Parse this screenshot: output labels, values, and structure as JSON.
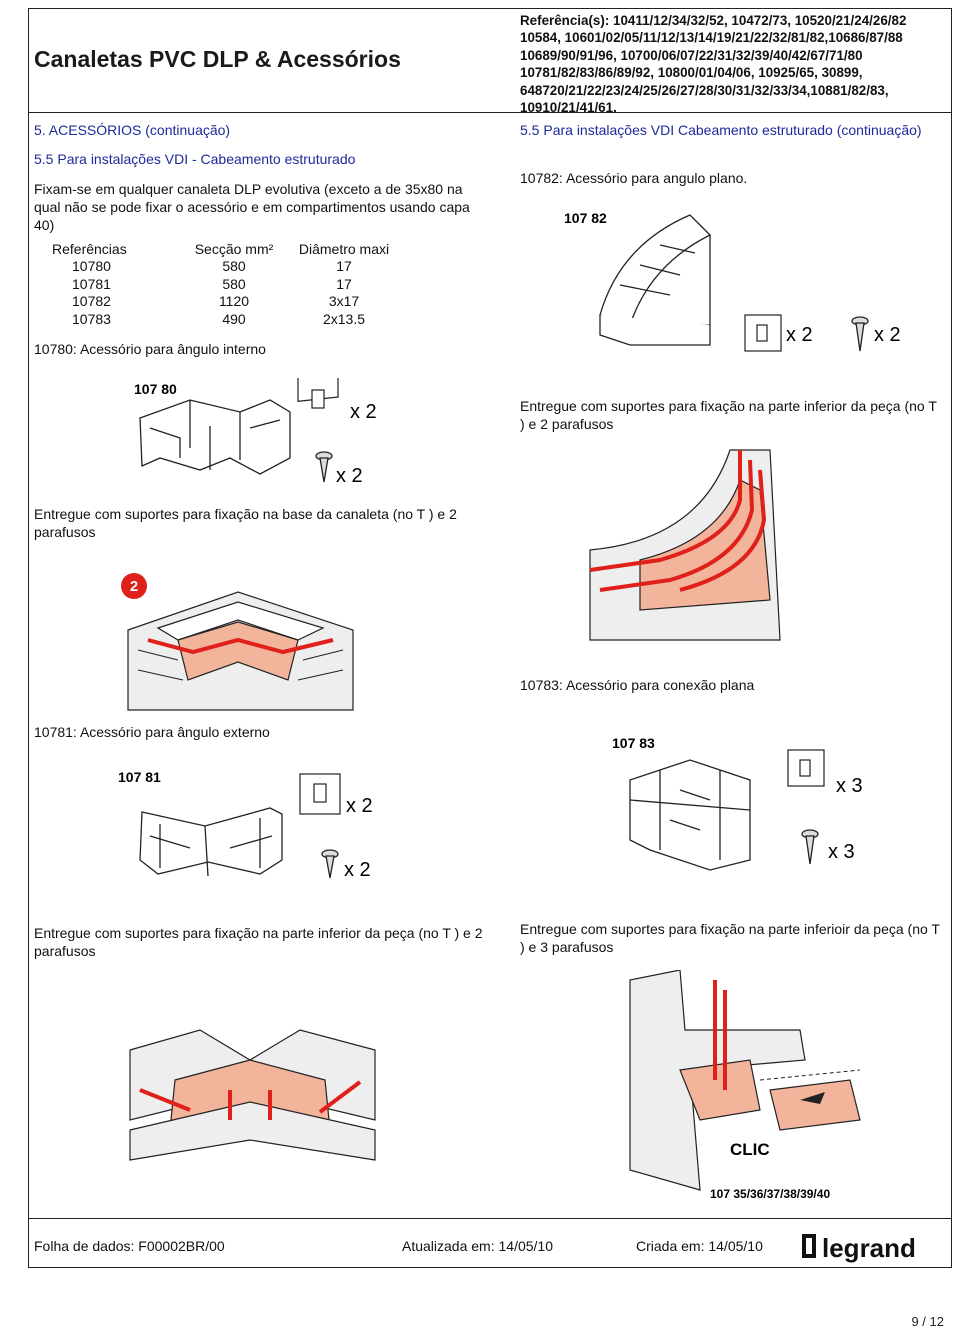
{
  "header": {
    "title": "Canaletas PVC DLP & Acessórios",
    "references": [
      "Referência(s): 10411/12/34/32/52, 10472/73, 10520/21/24/26/82",
      "10584, 10601/02/05/11/12/13/14/19/21/22/32/81/82,10686/87/88",
      "10689/90/91/96, 10700/06/07/22/31/32/39/40/42/67/71/80",
      "10781/82/83/86/89/92, 10800/01/04/06, 10925/65, 30899,",
      "648720/21/22/23/24/25/26/27/28/30/31/32/33/34,10881/82/83,",
      "10910/21/41/61."
    ]
  },
  "left": {
    "section_title": "5. ACESSÓRIOS (continuação)",
    "subsection_title": "5.5 Para instalações VDI - Cabeamento estruturado",
    "intro": "Fixam-se em qualquer canaleta DLP evolutiva (exceto a de 35x80 na qual não se pode fixar o acessório e em compartimentos usando capa 40)",
    "table": {
      "headers": [
        "Referências",
        "Secção mm²",
        "Diâmetro maxi"
      ],
      "rows": [
        [
          "10780",
          "580",
          "17"
        ],
        [
          "10781",
          "580",
          "17"
        ],
        [
          "10782",
          "1120",
          "3x17"
        ],
        [
          "10783",
          "490",
          "2x13.5"
        ]
      ]
    },
    "item_10780": {
      "caption": "10780: Acessório para ângulo interno",
      "code": "107 80",
      "qty1": "x 2",
      "qty2": "x 2",
      "delivery": "Entregue com suportes para fixação na base da canaleta (no  T ) e 2 parafusos",
      "badge": "2"
    },
    "item_10781": {
      "caption": "10781: Acessório para ângulo externo",
      "code": "107 81",
      "qty1": "x 2",
      "qty2": "x 2",
      "delivery": "Entregue com suportes para fixação na parte inferior da peça (no  T  ) e 2 parafusos"
    }
  },
  "right": {
    "subsection_title": "5.5 Para instalações VDI  Cabeamento estruturado (continuação)",
    "item_10782": {
      "caption": "10782: Acessório para angulo plano.",
      "code": "107 82",
      "qty1": "x 2",
      "qty2": "x 2",
      "delivery": "Entregue com suportes para fixação na parte inferior da peça (no  T  ) e 2 parafusos"
    },
    "item_10783": {
      "caption": "10783: Acessório para conexão plana",
      "code": "107 83",
      "qty1": "x 3",
      "qty2": "x 3",
      "delivery": "Entregue com suportes para fixação na parte inferioir da peça (no  T  ) e 3 parafusos",
      "clic": "CLIC",
      "cover_code": "107 35/36/37/38/39/40"
    }
  },
  "footer": {
    "sheet": "Folha de dados: F00002BR/00",
    "updated": "Atualizada em: 14/05/10",
    "created": "Criada em: 14/05/10",
    "logo": "legrand",
    "page": "9 / 12"
  },
  "colors": {
    "accent_red": "#e0201b",
    "part_fill": "#f2b59c",
    "text_blue": "#1d2a9a"
  }
}
